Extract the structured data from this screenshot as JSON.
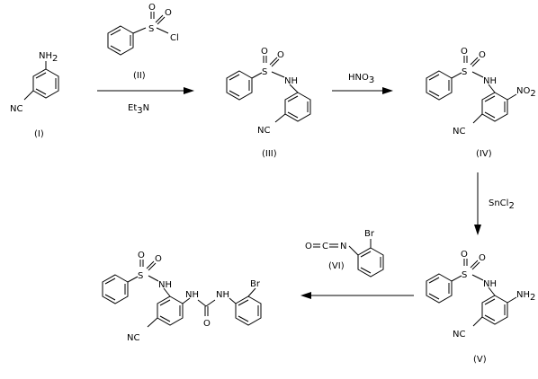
{
  "compounds": {
    "I": {
      "label": "(I)",
      "nh2": "NH",
      "nh2_sub": "2",
      "cn": "NC"
    },
    "II": {
      "label": "(II)",
      "s": "S",
      "o1": "O",
      "o2": "O",
      "cl": "Cl"
    },
    "III": {
      "label": "(III)",
      "s": "S",
      "o1": "O",
      "o2": "O",
      "nh": "NH",
      "cn": "NC"
    },
    "IV": {
      "label": "(IV)",
      "s": "S",
      "o1": "O",
      "o2": "O",
      "nh": "NH",
      "no2": "NO",
      "no2_sub": "2",
      "cn": "NC"
    },
    "V": {
      "label": "(V)",
      "s": "S",
      "o1": "O",
      "o2": "O",
      "nh": "NH",
      "nh2": "NH",
      "nh2_sub": "2",
      "cn": "NC"
    },
    "VI": {
      "label": "(VI)",
      "o": "O",
      "c": "C",
      "n": "N",
      "br": "Br"
    },
    "product": {
      "s": "S",
      "o1": "O",
      "o2": "O",
      "nh1": "NH",
      "nh2": "NH",
      "nh3": "NH",
      "o_urea": "O",
      "br": "Br",
      "cn": "NC"
    }
  },
  "reagents": {
    "step1": {
      "main": "Et",
      "sub": "3",
      "tail": "N"
    },
    "step2": {
      "main": "HNO",
      "sub": "3"
    },
    "step3": {
      "main": "SnCl",
      "sub": "2"
    }
  }
}
